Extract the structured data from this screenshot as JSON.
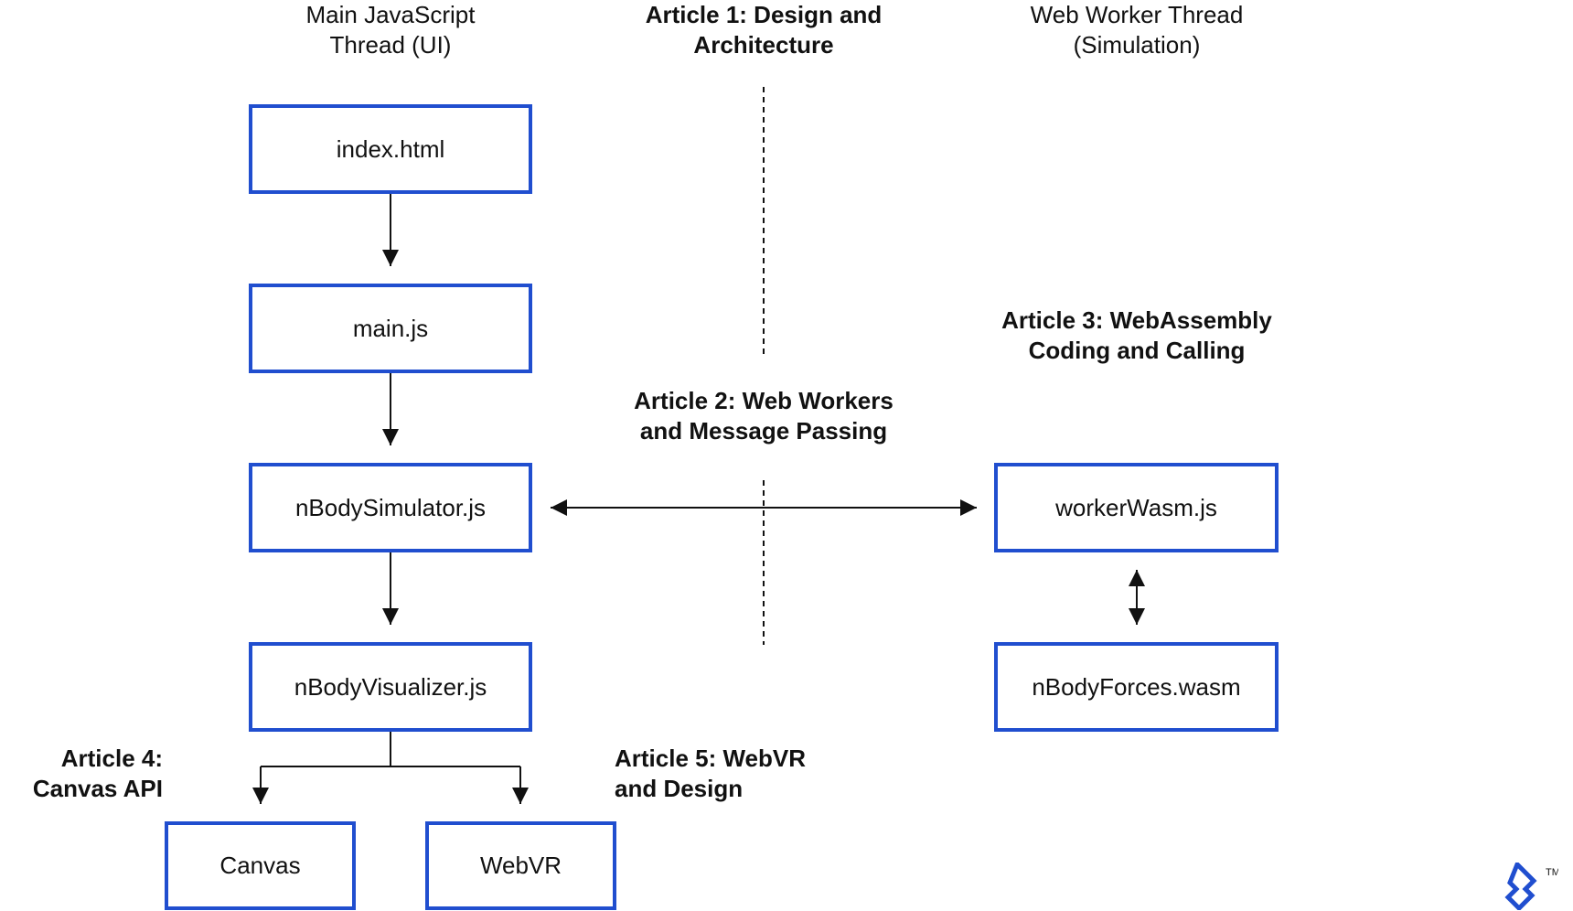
{
  "headings": {
    "main_thread": [
      "Main JavaScript",
      "Thread (UI)"
    ],
    "article1": [
      "Article 1: Design and",
      "Architecture"
    ],
    "worker_thread": [
      "Web Worker Thread",
      "(Simulation)"
    ],
    "article3": [
      "Article 3: WebAssembly",
      "Coding and Calling"
    ],
    "article2": [
      "Article 2: Web Workers",
      "and Message Passing"
    ],
    "article4": [
      "Article 4:",
      "Canvas API"
    ],
    "article5": [
      "Article 5: WebVR",
      "and Design"
    ]
  },
  "boxes": {
    "index_html": "index.html",
    "main_js": "main.js",
    "nbody_simulator": "nBodySimulator.js",
    "nbody_visualizer": "nBodyVisualizer.js",
    "canvas": "Canvas",
    "webvr": "WebVR",
    "worker_wasm": "workerWasm.js",
    "nbody_forces": "nBodyForces.wasm"
  },
  "logo": {
    "icon": "toptal-logo-icon",
    "trademark": "TM"
  },
  "colors": {
    "box_border": "#204ECF",
    "text": "#111111",
    "lines": "#111111",
    "logo": "#204ECF"
  }
}
